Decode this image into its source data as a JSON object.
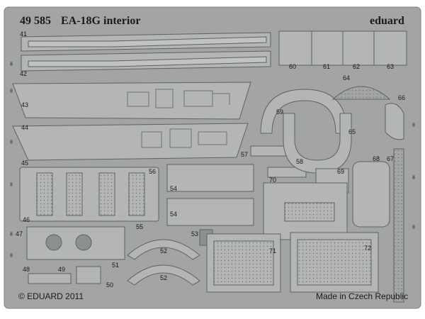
{
  "header": {
    "code": "49 585",
    "title": "EA-18G interior",
    "brand": "eduard"
  },
  "footer": {
    "copyright": "© EDUARD 2011",
    "origin": "Made in Czech Republic"
  },
  "part_numbers": {
    "p41": "41",
    "p42": "42",
    "p43": "43",
    "p44": "44",
    "p45": "45",
    "p46": "46",
    "p47": "47",
    "p48": "48",
    "p49": "49",
    "p50": "50",
    "p51": "51",
    "p52a": "52",
    "p52b": "52",
    "p53": "53",
    "p54a": "54",
    "p54b": "54",
    "p55": "55",
    "p56": "56",
    "p57": "57",
    "p58": "58",
    "p59": "59",
    "p60": "60",
    "p61": "61",
    "p62": "62",
    "p63": "63",
    "p64": "64",
    "p65": "65",
    "p66": "66",
    "p67": "67",
    "p68": "68",
    "p69": "69",
    "p70": "70",
    "p71": "71",
    "p72": "72"
  },
  "colors": {
    "sheet": "#a2a5a4",
    "part": "#b3b6b5",
    "edge": "#5e6261",
    "dark": "#6f7372",
    "text": "#1a1a1a"
  }
}
